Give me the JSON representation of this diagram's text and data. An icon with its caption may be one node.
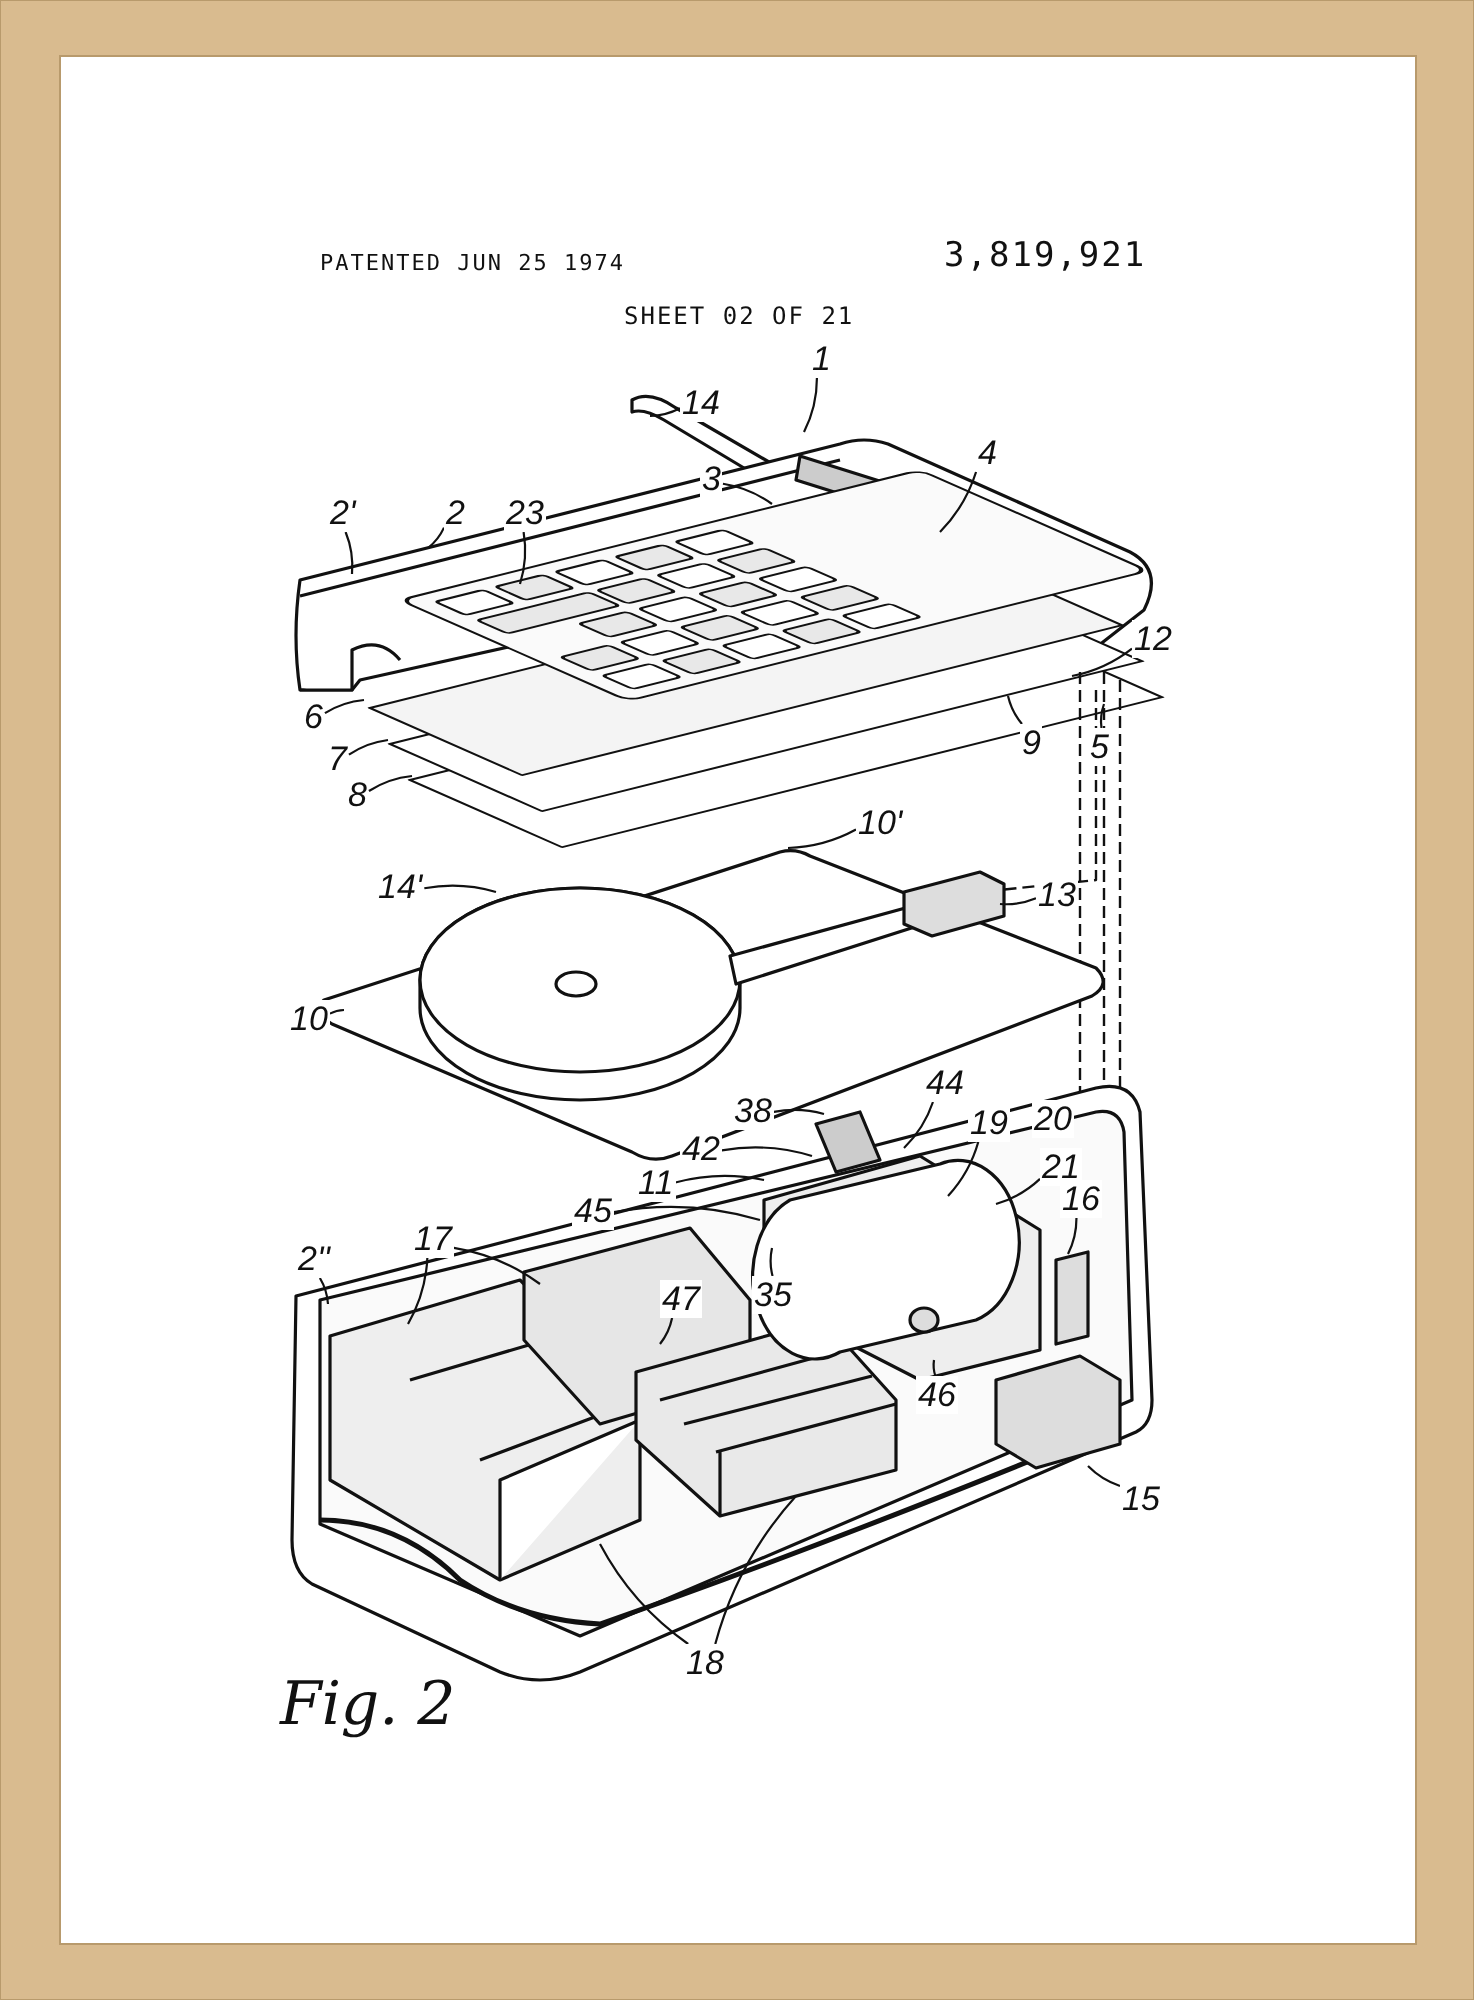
{
  "diagram": {
    "caption": "Fig. 2",
    "nodes": [
      {
        "text": [
          "14"
        ]
      },
      {
        "text": [
          "1"
        ]
      },
      {
        "text": [
          "4"
        ]
      },
      {
        "text": [
          "3"
        ]
      },
      {
        "text": [
          "2'"
        ]
      },
      {
        "text": [
          "2"
        ]
      },
      {
        "text": [
          "23"
        ]
      },
      {
        "text": [
          "12"
        ]
      },
      {
        "text": [
          "6"
        ]
      },
      {
        "text": [
          "9"
        ]
      },
      {
        "text": [
          "5"
        ]
      },
      {
        "text": [
          "7"
        ]
      },
      {
        "text": [
          "8"
        ]
      },
      {
        "text": [
          "10'"
        ]
      },
      {
        "text": [
          "14'"
        ]
      },
      {
        "text": [
          "13"
        ]
      },
      {
        "text": [
          "10"
        ]
      },
      {
        "text": [
          "44"
        ]
      },
      {
        "text": [
          "38"
        ]
      },
      {
        "text": [
          "19"
        ]
      },
      {
        "text": [
          "21"
        ]
      },
      {
        "text": [
          "42"
        ]
      },
      {
        "text": [
          "11"
        ]
      },
      {
        "text": [
          "45"
        ]
      },
      {
        "text": [
          "16"
        ]
      },
      {
        "text": [
          "2''"
        ]
      },
      {
        "text": [
          "17"
        ]
      },
      {
        "text": [
          "47"
        ]
      },
      {
        "text": [
          "35"
        ]
      },
      {
        "text": [
          "46"
        ]
      },
      {
        "text": [
          "15"
        ]
      },
      {
        "text": [
          "18"
        ]
      },
      {
        "text": [
          "20"
        ]
      }
    ],
    "edges": [
      {
        "from": 0,
        "to": null,
        "arrow": "none"
      },
      {
        "from": 1,
        "to": null,
        "arrow": "none"
      },
      {
        "from": 2,
        "to": null,
        "arrow": "none"
      },
      {
        "from": 3,
        "to": null,
        "arrow": "none"
      },
      {
        "from": 4,
        "to": null,
        "arrow": "none"
      },
      {
        "from": 5,
        "to": null,
        "arrow": "none"
      },
      {
        "from": 6,
        "to": null,
        "arrow": "none"
      },
      {
        "from": 7,
        "to": null,
        "arrow": "none"
      },
      {
        "from": 8,
        "to": null,
        "arrow": "none"
      },
      {
        "from": 9,
        "to": null,
        "arrow": "none"
      },
      {
        "from": 10,
        "to": null,
        "arrow": "none"
      },
      {
        "from": 11,
        "to": null,
        "arrow": "none"
      },
      {
        "from": 12,
        "to": null,
        "arrow": "none"
      },
      {
        "from": 13,
        "to": null,
        "arrow": "none"
      },
      {
        "from": 14,
        "to": null,
        "arrow": "none"
      },
      {
        "from": 15,
        "to": null,
        "arrow": "none"
      },
      {
        "from": 16,
        "to": null,
        "arrow": "none"
      },
      {
        "from": 17,
        "to": null,
        "arrow": "none"
      },
      {
        "from": 18,
        "to": null,
        "arrow": "none"
      },
      {
        "from": 19,
        "to": null,
        "arrow": "none"
      },
      {
        "from": 20,
        "to": null,
        "arrow": "none"
      },
      {
        "from": 21,
        "to": null,
        "arrow": "none"
      },
      {
        "from": 22,
        "to": null,
        "arrow": "none"
      },
      {
        "from": 23,
        "to": null,
        "arrow": "none"
      },
      {
        "from": 24,
        "to": null,
        "arrow": "none"
      },
      {
        "from": 25,
        "to": null,
        "arrow": "none"
      },
      {
        "from": 26,
        "to": null,
        "arrow": "none"
      },
      {
        "from": 26,
        "to": null,
        "arrow": "none"
      },
      {
        "from": 27,
        "to": null,
        "arrow": "none"
      },
      {
        "from": 28,
        "to": null,
        "arrow": "none"
      },
      {
        "from": 29,
        "to": null,
        "arrow": "none"
      },
      {
        "from": 30,
        "to": null,
        "arrow": "none"
      },
      {
        "from": 31,
        "to": null,
        "arrow": "none"
      },
      {
        "from": 31,
        "to": null,
        "arrow": "none"
      }
    ],
    "labels": [
      "PATENTED JUN 25 1974",
      "3,819,921",
      "SHEET 02 OF 21"
    ]
  }
}
